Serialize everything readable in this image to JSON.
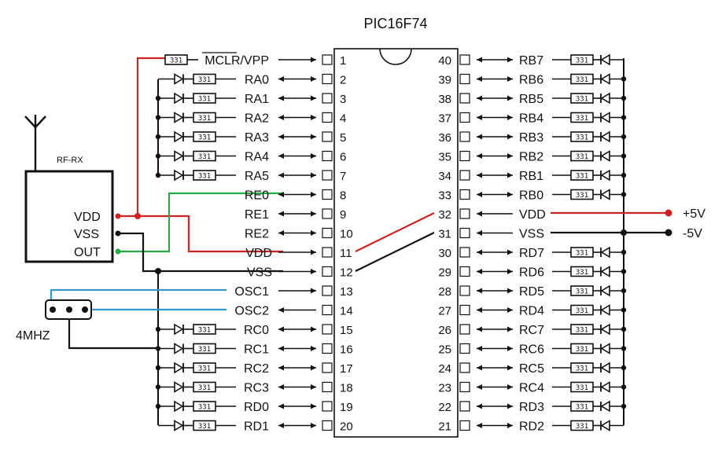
{
  "chip": {
    "title": "PIC16F74",
    "left_pins": [
      {
        "num": "1",
        "label": "MCLR/VPP",
        "dir": "in"
      },
      {
        "num": "2",
        "label": "RA0",
        "dir": "bi"
      },
      {
        "num": "3",
        "label": "RA1",
        "dir": "bi"
      },
      {
        "num": "4",
        "label": "RA2",
        "dir": "bi"
      },
      {
        "num": "5",
        "label": "RA3",
        "dir": "bi"
      },
      {
        "num": "6",
        "label": "RA4",
        "dir": "bi"
      },
      {
        "num": "7",
        "label": "RA5",
        "dir": "bi"
      },
      {
        "num": "8",
        "label": "RE0",
        "dir": "bi"
      },
      {
        "num": "9",
        "label": "RE1",
        "dir": "bi"
      },
      {
        "num": "10",
        "label": "RE2",
        "dir": "bi"
      },
      {
        "num": "11",
        "label": "VDD",
        "dir": "in"
      },
      {
        "num": "12",
        "label": "VSS",
        "dir": "in"
      },
      {
        "num": "13",
        "label": "OSC1",
        "dir": "in"
      },
      {
        "num": "14",
        "label": "OSC2",
        "dir": "out"
      },
      {
        "num": "15",
        "label": "RC0",
        "dir": "bi"
      },
      {
        "num": "16",
        "label": "RC1",
        "dir": "bi"
      },
      {
        "num": "17",
        "label": "RC2",
        "dir": "bi"
      },
      {
        "num": "18",
        "label": "RC3",
        "dir": "bi"
      },
      {
        "num": "19",
        "label": "RD0",
        "dir": "bi"
      },
      {
        "num": "20",
        "label": "RD1",
        "dir": "bi"
      }
    ],
    "right_pins": [
      {
        "num": "40",
        "label": "RB7",
        "dir": "bi"
      },
      {
        "num": "39",
        "label": "RB6",
        "dir": "bi"
      },
      {
        "num": "38",
        "label": "RB5",
        "dir": "bi"
      },
      {
        "num": "37",
        "label": "RB4",
        "dir": "bi"
      },
      {
        "num": "36",
        "label": "RB3",
        "dir": "bi"
      },
      {
        "num": "35",
        "label": "RB2",
        "dir": "bi"
      },
      {
        "num": "34",
        "label": "RB1",
        "dir": "bi"
      },
      {
        "num": "33",
        "label": "RB0",
        "dir": "bi"
      },
      {
        "num": "32",
        "label": "VDD",
        "dir": "in"
      },
      {
        "num": "31",
        "label": "VSS",
        "dir": "in"
      },
      {
        "num": "30",
        "label": "RD7",
        "dir": "bi"
      },
      {
        "num": "29",
        "label": "RD6",
        "dir": "bi"
      },
      {
        "num": "28",
        "label": "RD5",
        "dir": "bi"
      },
      {
        "num": "27",
        "label": "RD4",
        "dir": "bi"
      },
      {
        "num": "26",
        "label": "RC7",
        "dir": "bi"
      },
      {
        "num": "25",
        "label": "RC6",
        "dir": "bi"
      },
      {
        "num": "24",
        "label": "RC5",
        "dir": "bi"
      },
      {
        "num": "23",
        "label": "RC4",
        "dir": "bi"
      },
      {
        "num": "22",
        "label": "RD3",
        "dir": "bi"
      },
      {
        "num": "21",
        "label": "RD2",
        "dir": "bi"
      }
    ]
  },
  "resistor_label": "331",
  "rf_module": {
    "title": "RF-RX",
    "pins": [
      "VDD",
      "VSS",
      "OUT"
    ]
  },
  "crystal": {
    "label": "4MHZ"
  },
  "power": {
    "positive": "+5V",
    "negative": "-5V"
  },
  "colors": {
    "vdd": "#cc2222",
    "data": "#22aa44",
    "osc": "#3399cc",
    "wire": "#111111"
  }
}
